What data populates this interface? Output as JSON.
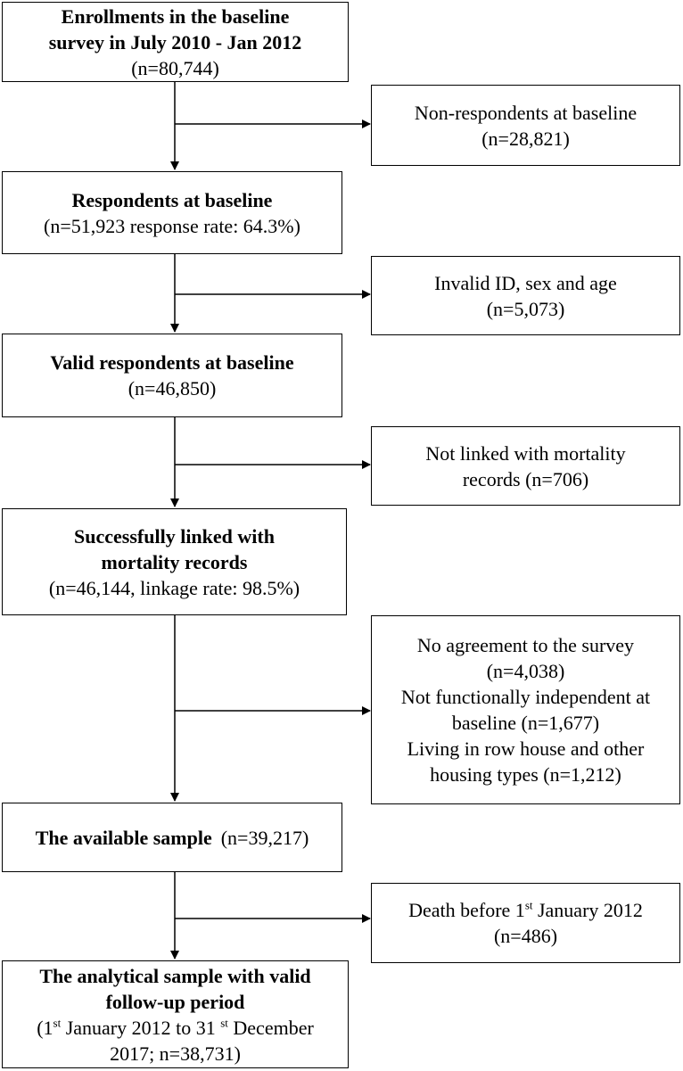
{
  "flow": {
    "enrollments": {
      "title_line1": "Enrollments in the baseline",
      "title_line2": "survey in July 2010 - Jan 2012",
      "count": "(n=80,744)"
    },
    "non_respondents": {
      "line1": "Non-respondents at baseline",
      "line2": "(n=28,821)"
    },
    "respondents": {
      "title": "Respondents at baseline",
      "detail": "(n=51,923 response rate: 64.3%)"
    },
    "invalid": {
      "line1": "Invalid ID, sex and age",
      "line2": "(n=5,073)"
    },
    "valid_respondents": {
      "title": "Valid respondents at baseline",
      "count": "(n=46,850)"
    },
    "not_linked": {
      "line1": "Not linked with mortality",
      "line2": "records (n=706)"
    },
    "linked": {
      "title_line1": "Successfully linked with",
      "title_line2": "mortality records",
      "detail": "(n=46,144, linkage rate: 98.5%)"
    },
    "exclusions": {
      "line1": "No agreement to the survey",
      "line2": "(n=4,038)",
      "line3": "Not functionally independent at",
      "line4": "baseline (n=1,677)",
      "line5": "Living in row house and other",
      "line6": "housing types (n=1,212)"
    },
    "available": {
      "title": "The available sample",
      "count": "(n=39,217)"
    },
    "death_before": {
      "pre": "Death before 1",
      "sup": "st",
      "post": " January 2012",
      "count": "(n=486)"
    },
    "analytical": {
      "title_line1": "The analytical sample with valid",
      "title_line2": "follow-up period",
      "d1_open": "(1",
      "d1_sup": "st",
      "d1_mid": " January 2012 to 31 ",
      "d2_sup": "st",
      "d2_post": " December",
      "line_last": "2017; n=38,731)"
    }
  }
}
